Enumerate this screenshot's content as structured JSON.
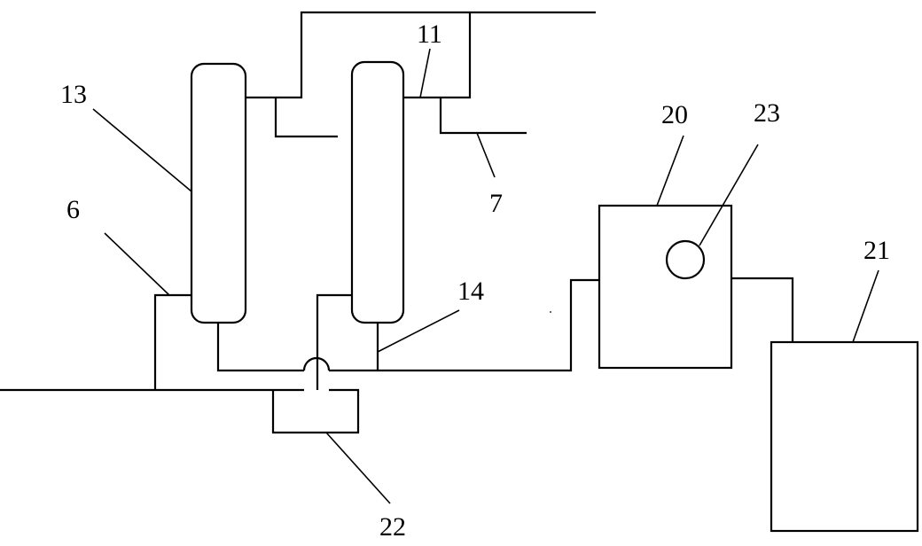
{
  "labels": {
    "l6": "6",
    "l7": "7",
    "l11": "11",
    "l13": "13",
    "l14": "14",
    "l20": "20",
    "l21": "21",
    "l22": "22",
    "l23": "23"
  }
}
